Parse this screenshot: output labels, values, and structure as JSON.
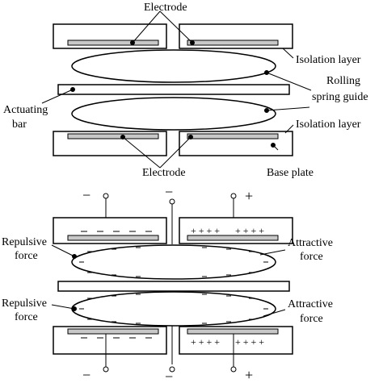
{
  "top_diagram": {
    "electrode_top": "Electrode",
    "electrode_bottom": "Electrode",
    "isolation_layer_top": "Isolation layer",
    "isolation_layer_bottom": "Isolation layer",
    "rolling_line1": "Rolling",
    "rolling_line2": "spring guide",
    "actuating_line1": "Actuating",
    "actuating_line2": "bar",
    "base_plate": "Base plate"
  },
  "bottom_diagram": {
    "repulsive_top_line1": "Repulsive",
    "repulsive_top_line2": "force",
    "repulsive_bottom_line1": "Repulsive",
    "repulsive_bottom_line2": "force",
    "attractive_top_line1": "Attractive",
    "attractive_top_line2": "force",
    "attractive_bottom_line1": "Attractive",
    "attractive_bottom_line2": "force",
    "sign_minus": "−",
    "sign_plus": "+",
    "charge_plus_group": "+ + + +",
    "charge_minus_group": "− − − −"
  }
}
